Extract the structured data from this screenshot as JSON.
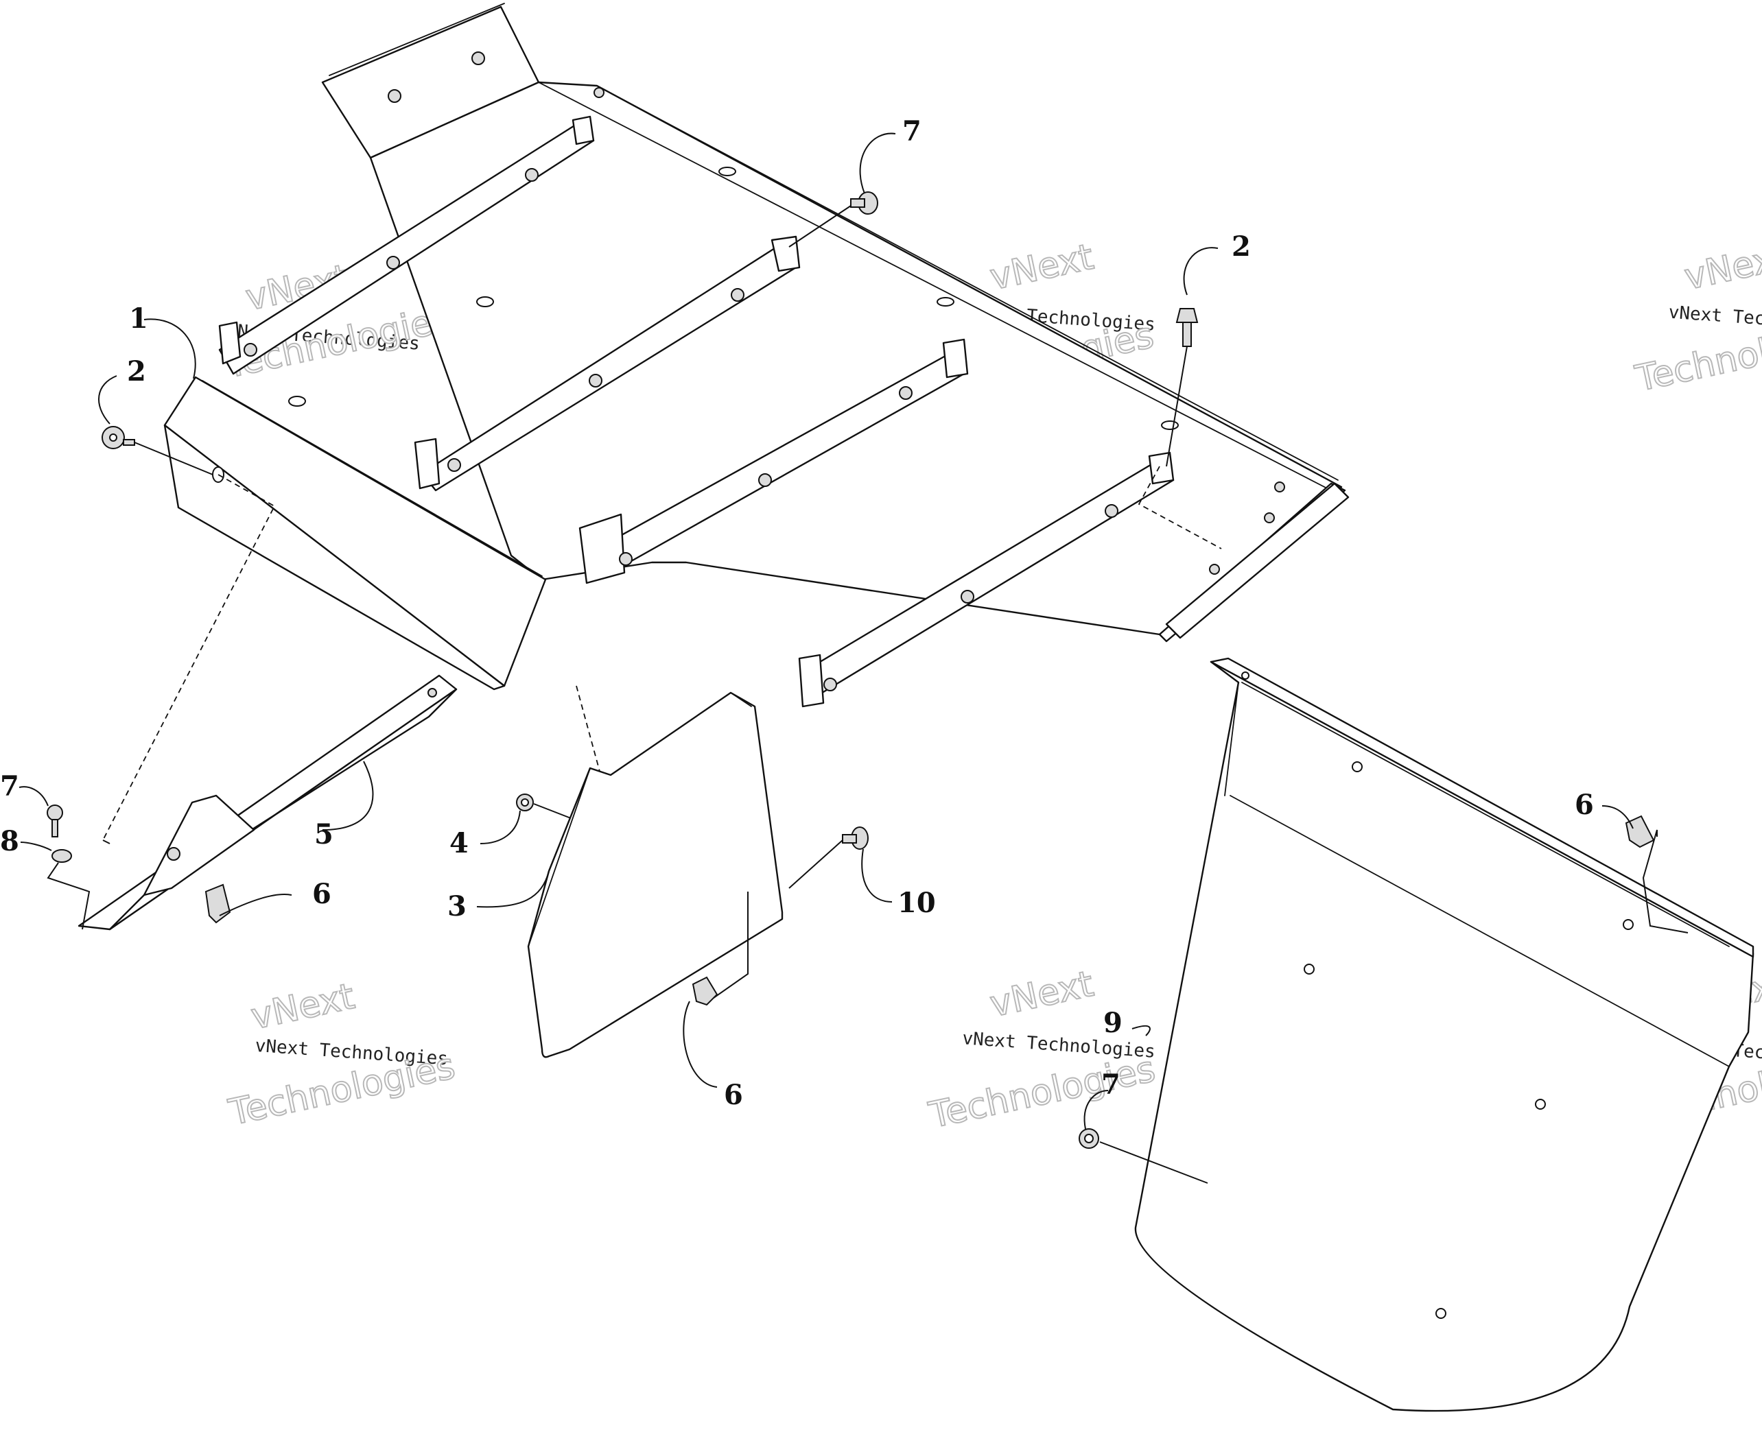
{
  "callouts": {
    "c1": "1",
    "c2a": "2",
    "c2b": "2",
    "c3": "3",
    "c4": "4",
    "c5": "5",
    "c6a": "6",
    "c6b": "6",
    "c6c": "6",
    "c7a": "7",
    "c7b": "7",
    "c7c": "7",
    "c8": "8",
    "c9": "9",
    "c10": "10"
  },
  "watermark": {
    "line1": "vNext",
    "line2": "vNext Technologies",
    "line3": "Technologies"
  },
  "colors": {
    "line": "#111111",
    "hardware": "#dcdcdc",
    "watermark_outline": "#b8b8b8"
  }
}
